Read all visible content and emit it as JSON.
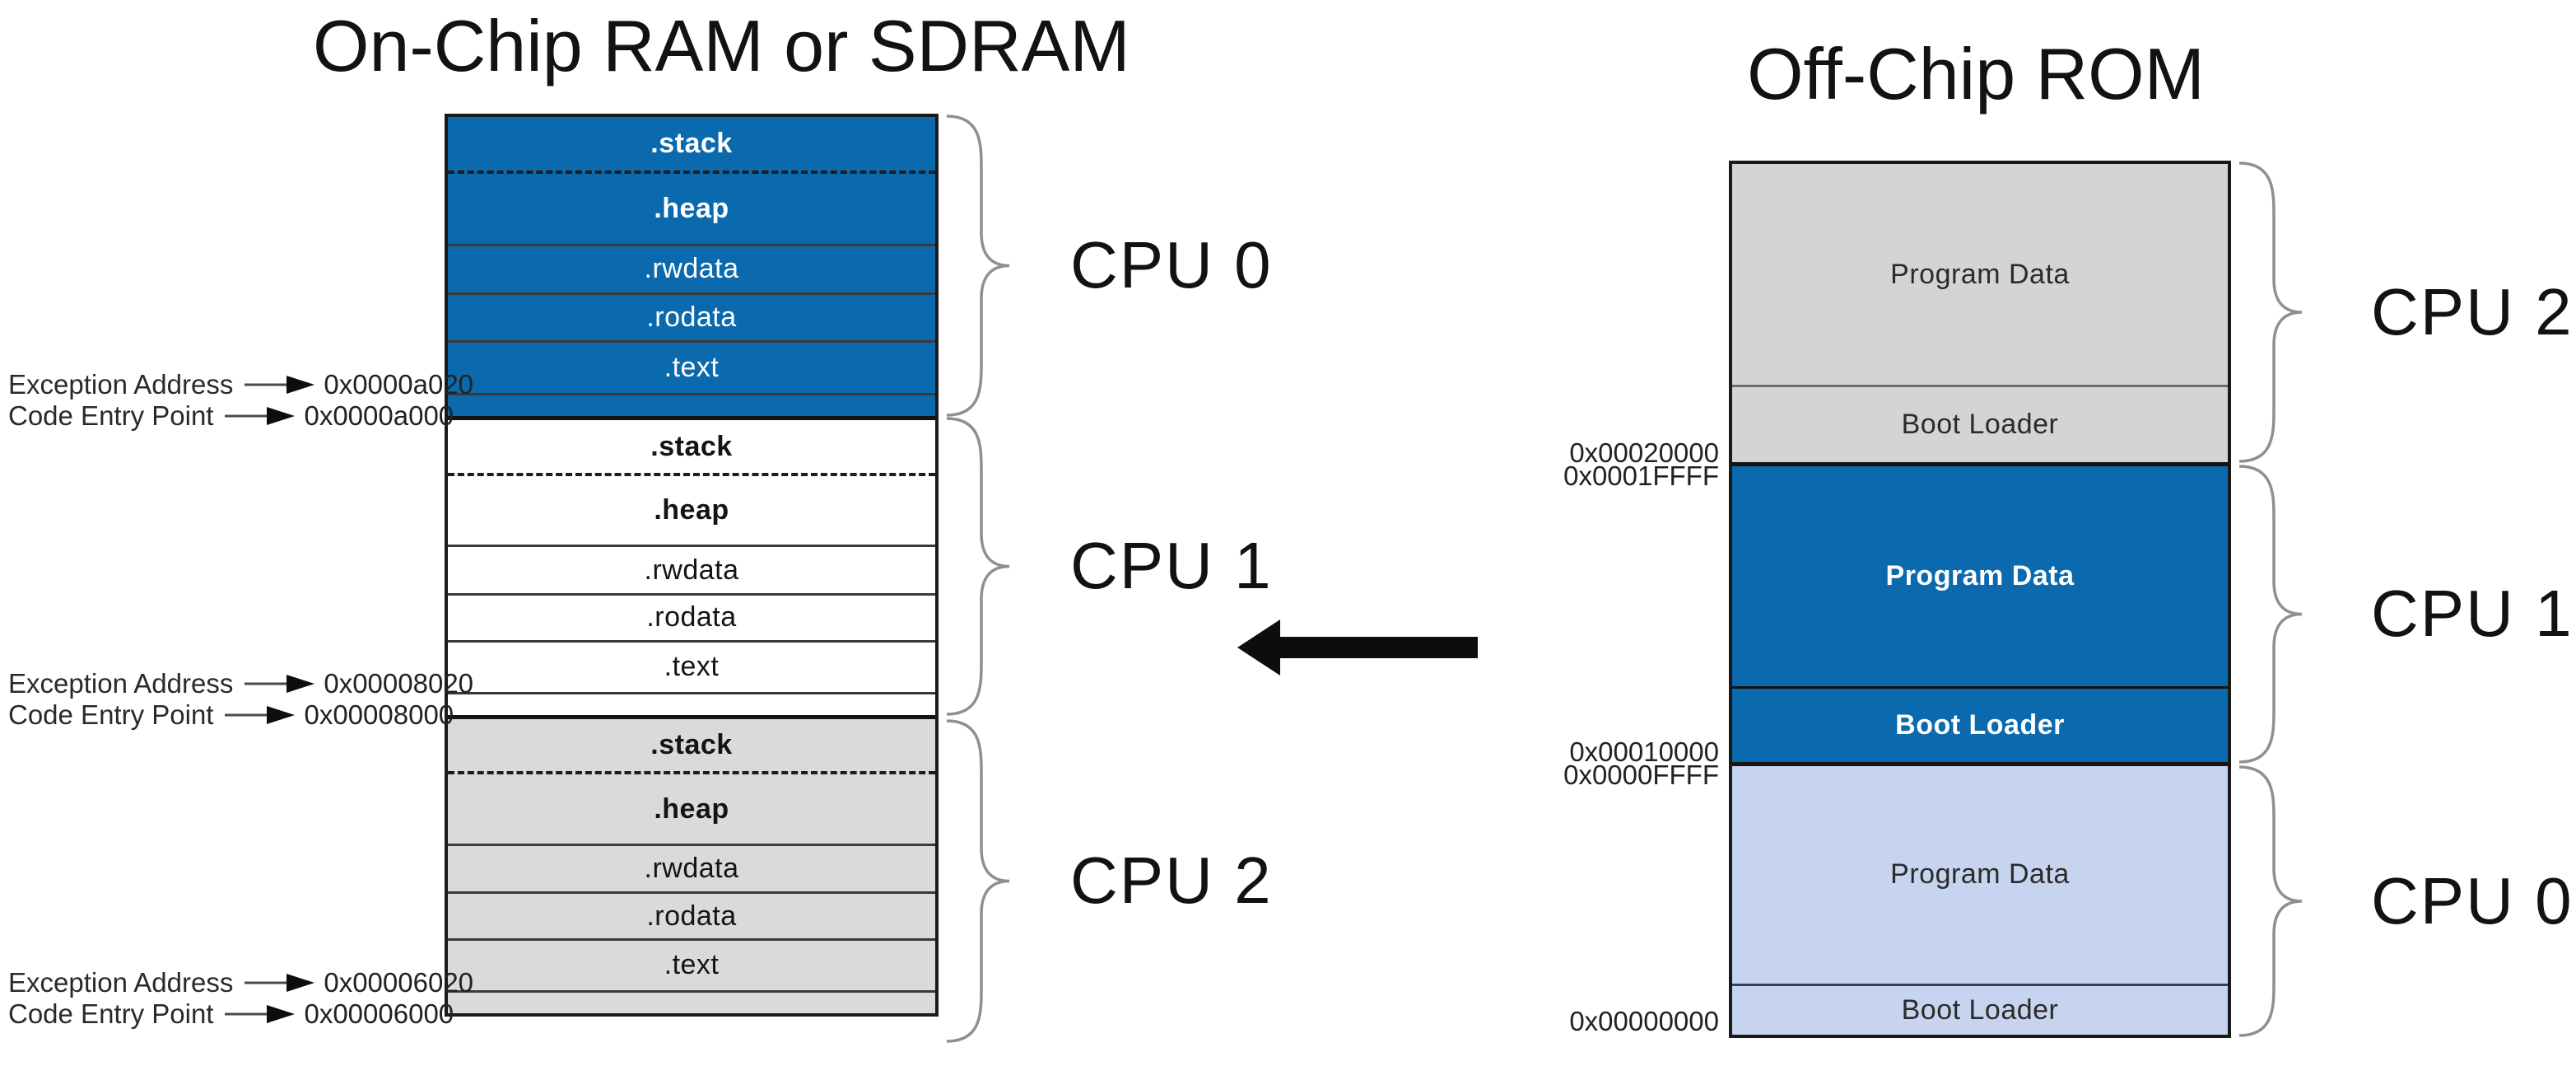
{
  "left_diagram": {
    "title": "On-Chip RAM or SDRAM",
    "pointer_labels": {
      "exception": "Exception Address",
      "entry": "Code Entry Point"
    },
    "sections": [
      {
        "cpu_label": "CPU 0",
        "segments": [
          ".stack",
          ".heap",
          ".rwdata",
          ".rodata",
          ".text"
        ],
        "exception_address": "0x0000a020",
        "entry_address": "0x0000a000"
      },
      {
        "cpu_label": "CPU 1",
        "segments": [
          ".stack",
          ".heap",
          ".rwdata",
          ".rodata",
          ".text"
        ],
        "exception_address": "0x00008020",
        "entry_address": "0x00008000"
      },
      {
        "cpu_label": "CPU 2",
        "segments": [
          ".stack",
          ".heap",
          ".rwdata",
          ".rodata",
          ".text"
        ],
        "exception_address": "0x00006020",
        "entry_address": "0x00006000"
      }
    ]
  },
  "right_diagram": {
    "title": "Off-Chip ROM",
    "sections": [
      {
        "cpu_label": "CPU 2",
        "program_label": "Program Data",
        "boot_label": "Boot Loader",
        "addresses_below": [
          "0x00020000",
          "0x0001FFFF"
        ]
      },
      {
        "cpu_label": "CPU 1",
        "program_label": "Program Data",
        "boot_label": "Boot Loader",
        "addresses_below": [
          "0x00010000",
          "0x0000FFFF"
        ]
      },
      {
        "cpu_label": "CPU 0",
        "program_label": "Program Data",
        "boot_label": "Boot Loader",
        "addresses_below": [
          "0x00000000"
        ]
      }
    ]
  },
  "colors": {
    "cpu_dark_blue": "#0B69AD",
    "cpu_light_blue": "#C7D4EF",
    "ram_gray": "#D8DADB",
    "rom_gray": "#D3D5D5",
    "outline_black": "#1A1A1A",
    "brace_gray": "#8F8F8F"
  }
}
